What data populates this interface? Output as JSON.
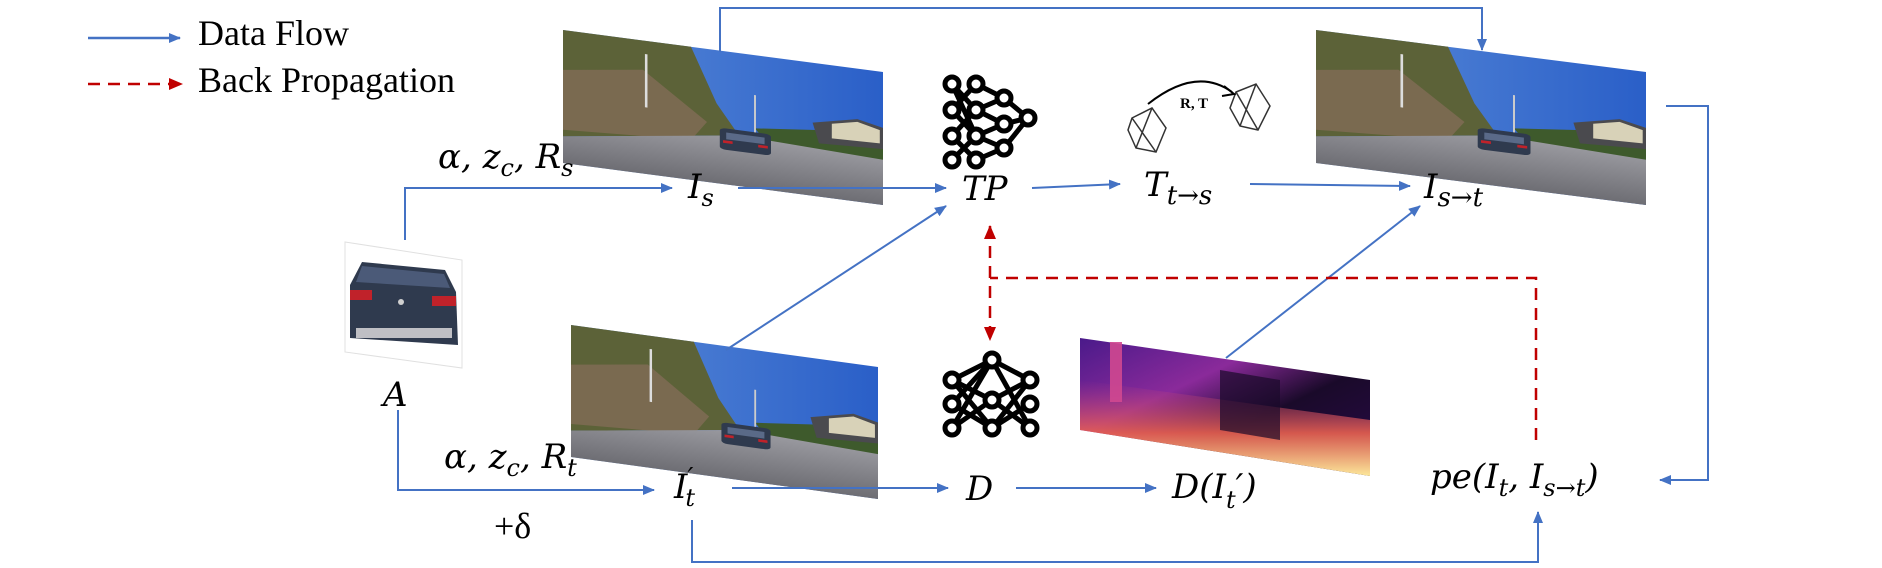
{
  "legend": {
    "data_flow": "Data Flow",
    "back_propagation": "Back Propagation"
  },
  "labels": {
    "aug_source": "α, z",
    "aug_source_sub_c": "c",
    "aug_source_R": ", R",
    "aug_source_sub": "s",
    "aug_target": "α, z",
    "aug_target_sub_c": "c",
    "aug_target_R": ", R",
    "aug_target_sub": "t",
    "delta": "+δ",
    "car_asset": "A",
    "source_image": "I",
    "source_image_sub": "s",
    "target_image": "I",
    "target_image_sub": "t",
    "target_image_prime": "′",
    "pose_net": "TP",
    "depth_net": "D",
    "transform": "T",
    "transform_sub": "t→s",
    "warped": "I",
    "warped_sub": "s→t",
    "depth_output": "D(I",
    "depth_output_sub": "t",
    "depth_output_close": "′)",
    "photometric": "pe(I",
    "photometric_sub1": "t",
    "photometric_mid": ", I",
    "photometric_sub2": "s→t",
    "photometric_close": ")",
    "rt_label": "R, T"
  },
  "colors": {
    "data_flow": "#4472c4",
    "back_propagation": "#c00000",
    "sky": "#3a6fd0",
    "road": "#8e8e94",
    "hill": "#6b6b48",
    "car_body": "#2f3a4e",
    "taillight": "#c0222a"
  },
  "icons": [
    "neural-network-icon",
    "dense-network-icon",
    "camera-pose-icon",
    "road-scene-image",
    "depth-map-image",
    "car-image"
  ]
}
